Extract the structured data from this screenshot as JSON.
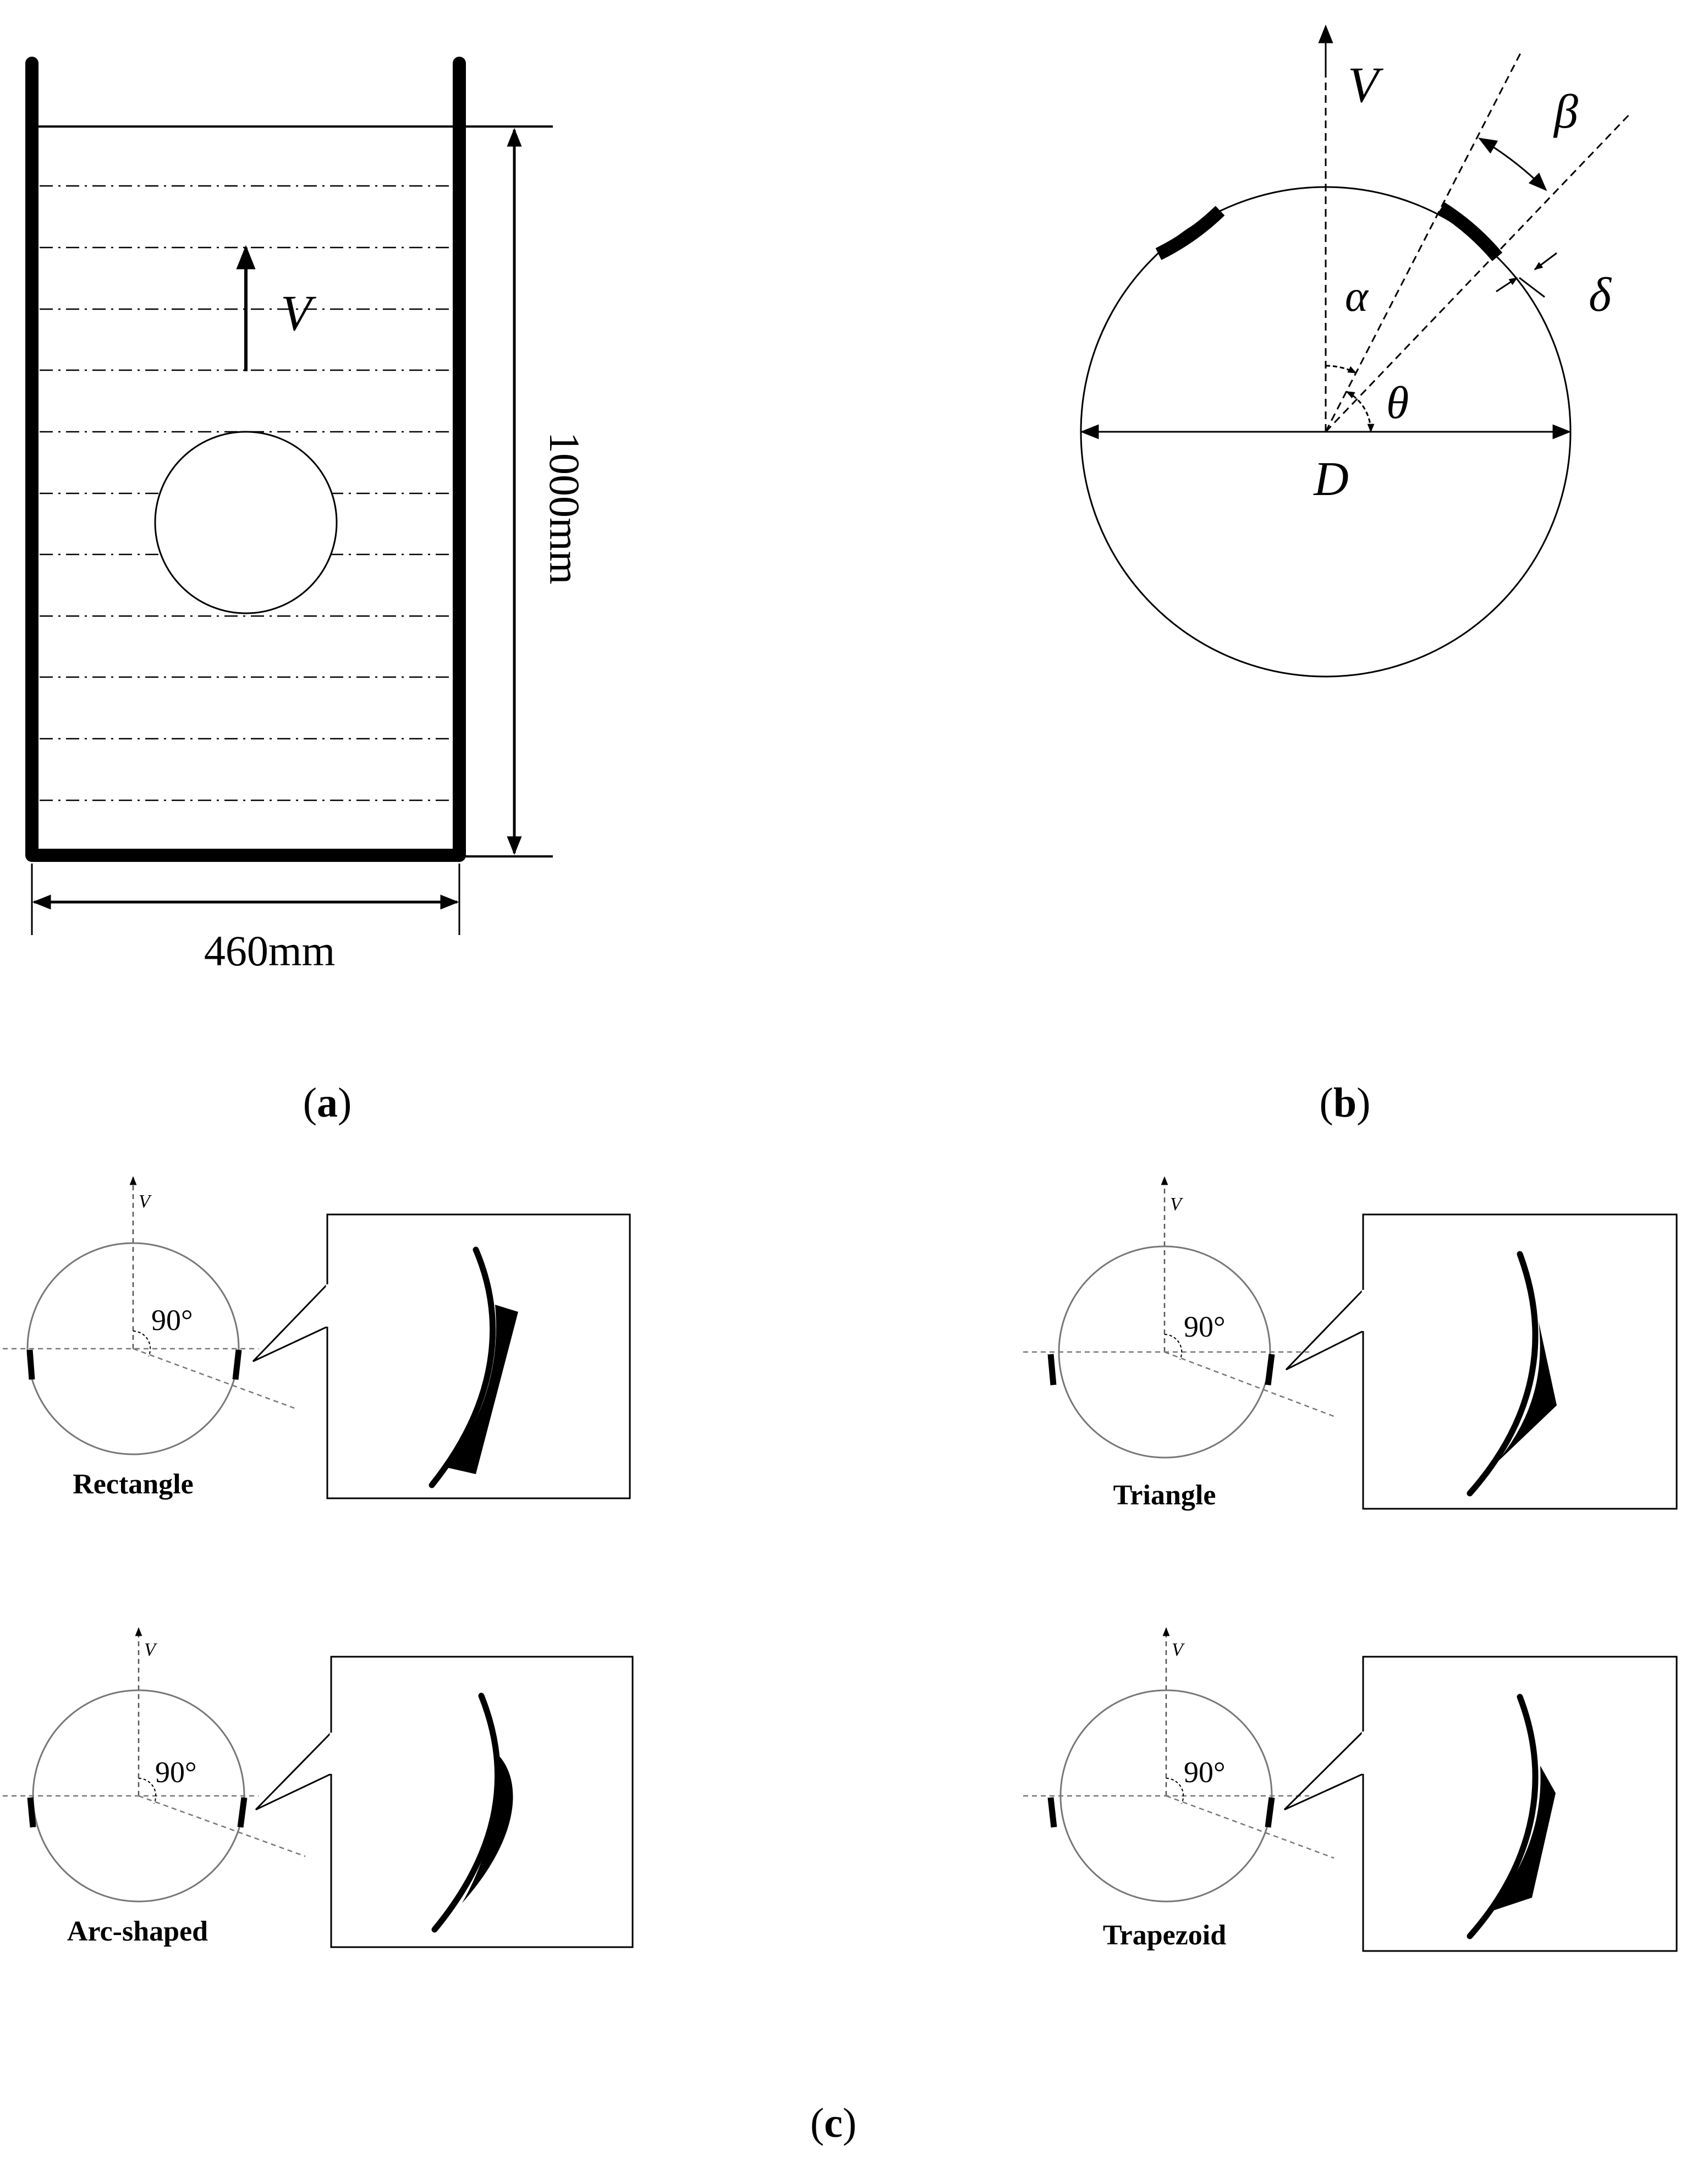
{
  "panel_a": {
    "velocity_symbol": "V",
    "height_dim": "1000mm",
    "width_dim": "460mm",
    "caption_letter": "a"
  },
  "panel_b": {
    "velocity_symbol": "V",
    "beta": "β",
    "alpha": "α",
    "delta": "δ",
    "theta": "θ",
    "diameter": "D",
    "caption_letter": "b"
  },
  "panel_c": {
    "caption_letter": "c",
    "shapes": [
      {
        "name": "Rectangle",
        "angle": "90°",
        "velocity_symbol": "V"
      },
      {
        "name": "Triangle",
        "angle": "90°",
        "velocity_symbol": "V"
      },
      {
        "name": "Arc-shaped",
        "angle": "90°",
        "velocity_symbol": "V"
      },
      {
        "name": "Trapezoid",
        "angle": "90°",
        "velocity_symbol": "V"
      }
    ]
  }
}
